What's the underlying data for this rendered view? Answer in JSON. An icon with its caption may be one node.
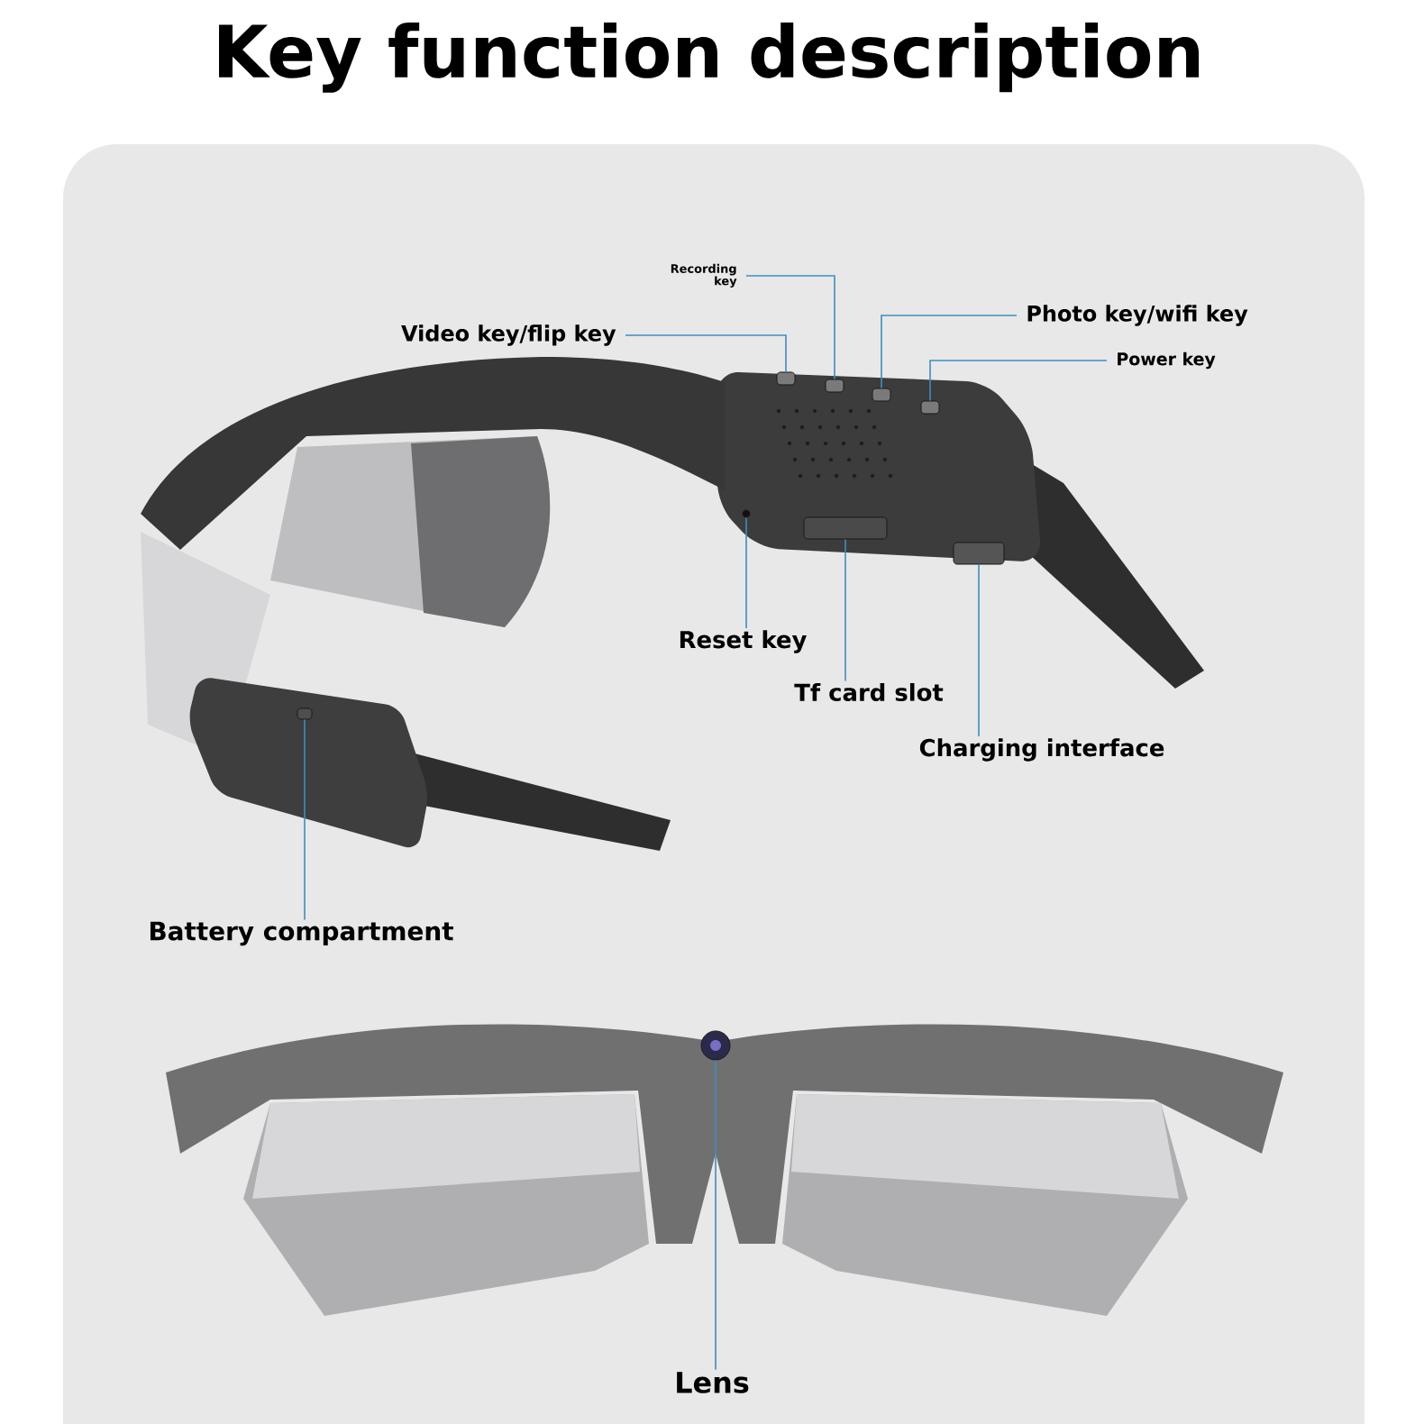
{
  "diagram": {
    "title": "Key function description",
    "nodes": [
      {
        "text": [
          "Recording key"
        ]
      },
      {
        "text": [
          "Video key/flip key"
        ]
      },
      {
        "text": [
          "Photo key/wifi key"
        ]
      },
      {
        "text": [
          "Power key"
        ]
      },
      {
        "text": [
          "Reset key"
        ]
      },
      {
        "text": [
          "Tf card slot"
        ]
      },
      {
        "text": [
          "Charging interface"
        ]
      },
      {
        "text": [
          "Battery compartment"
        ]
      },
      {
        "text": [
          "Lens"
        ]
      },
      {
        "text": [],
        "shape": "box"
      },
      {
        "text": [],
        "shape": "box"
      },
      {
        "text": [],
        "shape": "box"
      },
      {
        "text": [],
        "shape": "box"
      },
      {
        "text": [],
        "shape": "circle"
      },
      {
        "text": [],
        "shape": "box"
      },
      {
        "text": [],
        "shape": "box"
      },
      {
        "text": [],
        "shape": "box"
      },
      {
        "text": [],
        "shape": "circle"
      }
    ],
    "edges": [
      {
        "from": 0,
        "to": 10,
        "arrow": "none"
      },
      {
        "from": 1,
        "to": 9,
        "arrow": "none"
      },
      {
        "from": 2,
        "to": 11,
        "arrow": "none"
      },
      {
        "from": 3,
        "to": 12,
        "arrow": "none"
      },
      {
        "from": 4,
        "to": 13,
        "arrow": "none"
      },
      {
        "from": 5,
        "to": 14,
        "arrow": "none"
      },
      {
        "from": 6,
        "to": 15,
        "arrow": "none"
      },
      {
        "from": 7,
        "to": 16,
        "arrow": "none"
      },
      {
        "from": 8,
        "to": 17,
        "arrow": "none"
      }
    ]
  }
}
